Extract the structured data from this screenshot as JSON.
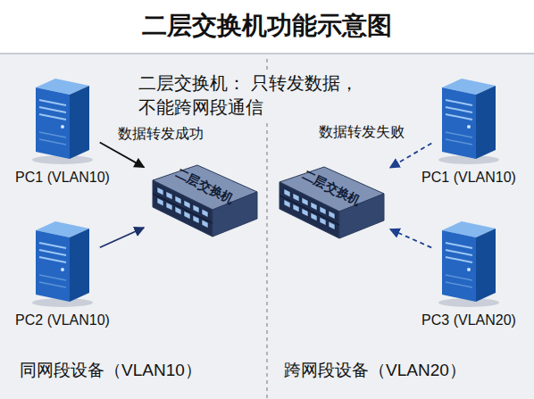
{
  "diagram": {
    "title": "二层交换机功能示意图",
    "nodes": [
      {
        "text": [
          "PC1 (VLAN10)"
        ]
      },
      {
        "text": [
          "PC2 (VLAN10)"
        ]
      },
      {
        "text": [
          "二层交换机"
        ]
      },
      {
        "text": [
          "二层交换机"
        ]
      },
      {
        "text": [
          "PC1 (VLAN10)"
        ]
      },
      {
        "text": [
          "PC3 (VLAN20)"
        ]
      }
    ],
    "edges": [
      {
        "from": 0,
        "to": 2,
        "arrow": "to",
        "label": "数据转发成功"
      },
      {
        "from": 1,
        "to": 2,
        "arrow": "to"
      },
      {
        "from": 4,
        "to": 3,
        "arrow": "to",
        "label": "数据转发失败"
      },
      {
        "from": 5,
        "to": 3,
        "arrow": "to"
      }
    ],
    "labels": [
      "二层交换机： 只转发数据，不能跨网段通信",
      "同网段设备（VLAN10）",
      "跨网段设备（VLAN20）"
    ]
  }
}
